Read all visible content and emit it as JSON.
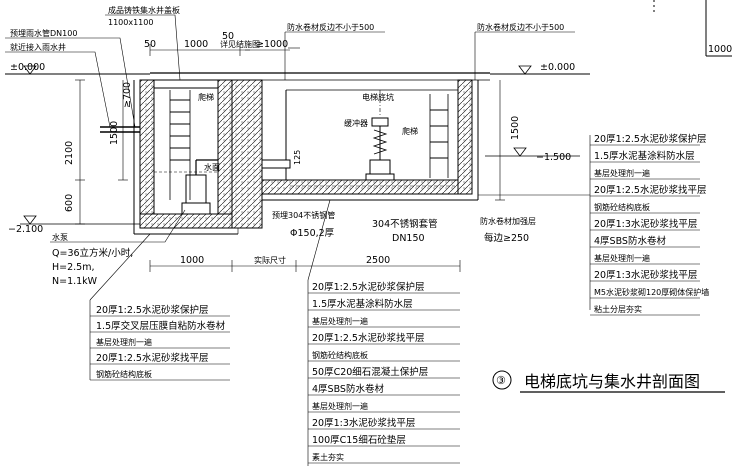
{
  "title": {
    "circle_number": "③",
    "text": "电梯底坑与集水井剖面图"
  },
  "top_labels": {
    "cover_plate": "成品铸铁集水井盖板",
    "cover_size": "1100x1100",
    "waterproof_left": "防水卷材反边不小于500",
    "waterproof_right": "防水卷材反边不小于500",
    "pipe_embed": "预埋雨水管DN100",
    "pipe_connect": "就近接入雨水井",
    "top_right_dim": "1000"
  },
  "dimensions": {
    "d50_left": "50",
    "d1000_top": "1000",
    "d50_right": "50",
    "gte1000": "≥1000",
    "detail_note": "详见结施图",
    "gte700": "≥700",
    "d2100": "2100",
    "d1500_left": "1500",
    "d600": "600",
    "d1500_right": "1500",
    "d125": "125",
    "bottom_1000": "1000",
    "bottom_actual": "实际尺寸",
    "bottom_2500": "2500"
  },
  "elevations": {
    "left_top": "±0.000",
    "right_top": "±0.000",
    "left_bottom": "−2.100",
    "right_mid": "−1.500"
  },
  "inside_labels": {
    "ladder_left": "爬梯",
    "ladder_right": "爬梯",
    "elevator_pit": "电梯底坑",
    "buffer": "缓冲器",
    "water_level": "水面",
    "sleeve": "预埋304不锈钢管",
    "sleeve_size": "Φ150,2厚",
    "stainless_pipe": "304不锈钢套管",
    "pipe_dn": "DN150",
    "reinforce": "防水卷材加强层",
    "reinforce_width": "每边≥250"
  },
  "pump": {
    "label": "水泵",
    "q": "Q=36立方米/小时,",
    "h": "H=2.5m,",
    "n": "N=1.1kW"
  },
  "legend_left": [
    "20厚1:2.5水泥砂浆保护层",
    "1.5厚交叉层压膜自粘防水卷材",
    "基层处理剂一遍",
    "20厚1:2.5水泥砂浆找平层",
    "钢筋砼结构底板"
  ],
  "legend_right": [
    "20厚1:2.5水泥砂浆保护层",
    "1.5厚水泥基涂料防水层",
    "基层处理剂一遍",
    "20厚1:2.5水泥砂浆找平层",
    "钢筋砼结构底板",
    "20厚1:3水泥砂浆找平层",
    "4厚SBS防水卷材",
    "基层处理剂一遍",
    "20厚1:3水泥砂浆找平层",
    "M5水泥砂浆砌120厚砌体保护墙",
    "粘土分层夯实"
  ],
  "legend_center": [
    "20厚1:2.5水泥砂浆保护层",
    "1.5厚水泥基涂料防水层",
    "基层处理剂一遍",
    "20厚1:2.5水泥砂浆找平层",
    "钢筋砼结构底板",
    "50厚C20细石混凝土保护层",
    "4厚SBS防水卷材",
    "基层处理剂一遍",
    "20厚1:3水泥砂浆找平层",
    "100厚C15细石砼垫层",
    "素土夯实"
  ]
}
